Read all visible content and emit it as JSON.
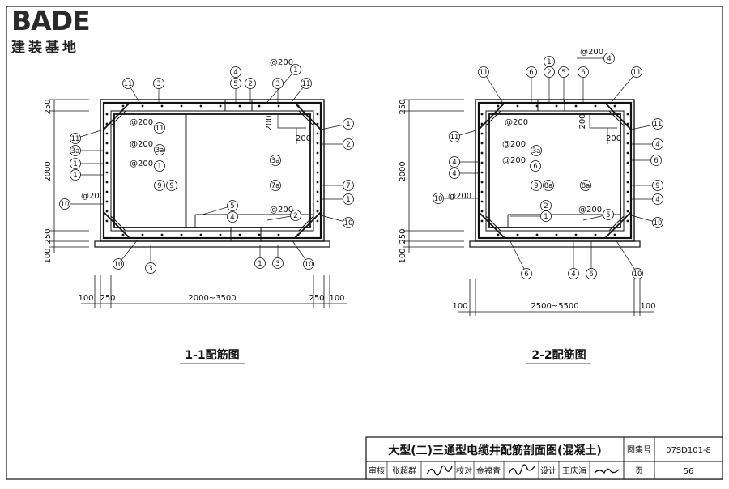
{
  "logo": {
    "word": "BADE",
    "subtitle": "建装基地"
  },
  "section1": {
    "caption": "1-1配筋图",
    "span_label": "2000~3500",
    "edge_label_left_outer": "100",
    "edge_label_left_inner": "250",
    "edge_label_right_inner": "250",
    "edge_label_right_outer": "100",
    "height_labels": [
      "250",
      "2000",
      "250",
      "100"
    ],
    "spacing_labels": [
      "@200",
      "@200",
      "@200",
      "@200",
      "@200",
      "@200"
    ],
    "haunch_labels": [
      "200",
      "200"
    ],
    "bubbles": [
      "11",
      "3",
      "4",
      "5",
      "2",
      "1",
      "3",
      "11",
      "11",
      "1",
      "2",
      "1",
      "3a",
      "3a",
      "9",
      "7a",
      "7",
      "1",
      "10",
      "10",
      "3",
      "10",
      "1",
      "3",
      "5",
      "4",
      "2",
      "11",
      "1",
      "1",
      "9",
      "3a",
      "10"
    ]
  },
  "section2": {
    "caption": "2-2配筋图",
    "span_label": "2500~5500",
    "edge_label_left": "100",
    "edge_label_right": "100",
    "height_labels": [
      "250",
      "2000",
      "250",
      "100"
    ],
    "spacing_labels": [
      "@200",
      "@200",
      "@200",
      "@200",
      "@200",
      "@200"
    ],
    "haunch_labels": [
      "200",
      "200"
    ],
    "bubbles": [
      "11",
      "6",
      "1",
      "2",
      "5",
      "6",
      "4",
      "11",
      "11",
      "4",
      "4",
      "6",
      "3a",
      "9",
      "8a",
      "8a",
      "9",
      "4",
      "10",
      "10",
      "6",
      "4",
      "6",
      "10",
      "2",
      "1",
      "5",
      "11",
      "4",
      "6"
    ]
  },
  "title_block": {
    "title": "大型(二)三通型电缆井配筋剖面图(混凝土)",
    "atlas_label": "图集号",
    "atlas_no": "07SD101-8",
    "review_label": "审核",
    "reviewer": "张超群",
    "check_label": "校对",
    "checker": "金福青",
    "design_label": "设计",
    "designer": "王庆海",
    "page_label": "页",
    "page_no": "56"
  }
}
